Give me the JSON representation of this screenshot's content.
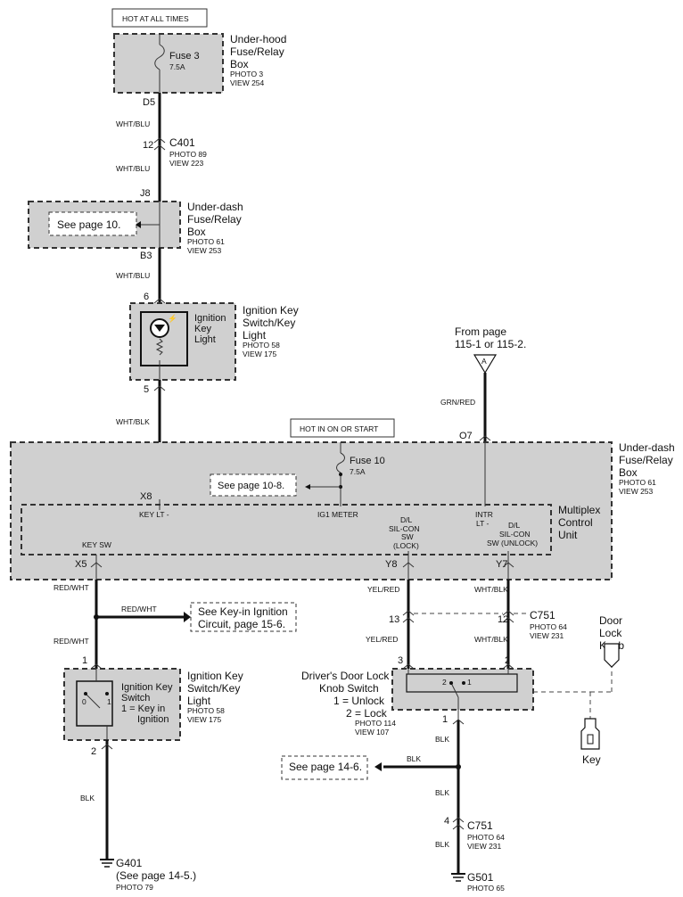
{
  "hot_at_all_times": "HOT AT ALL TIMES",
  "hot_in_on_or_start": "HOT IN ON OR START",
  "underhood_box": {
    "line1": "Under-hood",
    "line2": "Fuse/Relay",
    "line3": "Box",
    "photo": "PHOTO 3",
    "view": "VIEW 254",
    "fuse_label": "Fuse 3",
    "fuse_rating": "7.5A"
  },
  "underdash_box_top": {
    "line1": "Under-dash",
    "line2": "Fuse/Relay",
    "line3": "Box",
    "photo": "PHOTO 61",
    "view": "VIEW 253",
    "see_page": "See page 10."
  },
  "ignition_switch_light": {
    "line1": "Ignition Key",
    "line2": "Switch/Key",
    "line3": "Light",
    "photo": "PHOTO 58",
    "view": "VIEW 175",
    "inner1": "Ignition",
    "inner2": "Key",
    "inner3": "Light"
  },
  "from_page": {
    "line1": "From page",
    "line2": "115-1 or 115-2.",
    "connector": "A"
  },
  "underdash_box_main": {
    "line1": "Under-dash",
    "line2": "Fuse/Relay",
    "line3": "Box",
    "photo": "PHOTO 61",
    "view": "VIEW 253",
    "fuse_label": "Fuse 10",
    "fuse_rating": "7.5A",
    "see_page": "See page 10-8."
  },
  "mcu": {
    "line1": "Multiplex",
    "line2": "Control",
    "line3": "Unit",
    "key_lt": "KEY LT -",
    "ig1_meter": "IG1 METER",
    "dl_lock_1": "D/L",
    "dl_lock_2": "SIL-CON",
    "dl_lock_3": "SW",
    "dl_lock_4": "(LOCK)",
    "intr_1": "INTR",
    "intr_2": "LT -",
    "dl_unlock_1": "D/L",
    "dl_unlock_2": "SIL-CON",
    "dl_unlock_3": "SW (UNLOCK)",
    "key_sw": "KEY SW"
  },
  "pins": {
    "d5": "D5",
    "p12a": "12",
    "j8": "J8",
    "b3": "B3",
    "p6": "6",
    "p5": "5",
    "o7": "O7",
    "x8": "X8",
    "x5": "X5",
    "y8": "Y8",
    "y7": "Y7",
    "p13": "13",
    "p12b": "12",
    "p3": "3",
    "p2a": "2",
    "p1a": "1",
    "p2b": "2",
    "p1b": "1",
    "p4": "4"
  },
  "connectors": {
    "c401": {
      "name": "C401",
      "photo": "PHOTO 89",
      "view": "VIEW 223"
    },
    "c751_top": {
      "name": "C751",
      "photo": "PHOTO 64",
      "view": "VIEW 231"
    },
    "c751_bottom": {
      "name": "C751",
      "photo": "PHOTO 64",
      "view": "VIEW 231"
    }
  },
  "wires": {
    "wht_blu_1": "WHT/BLU",
    "wht_blu_2": "WHT/BLU",
    "wht_blu_3": "WHT/BLU",
    "wht_blk_1": "WHT/BLK",
    "grn_red": "GRN/RED",
    "red_wht_1": "RED/WHT",
    "red_wht_2": "RED/WHT",
    "red_wht_3": "RED/WHT",
    "yel_red_1": "YEL/RED",
    "yel_red_2": "YEL/RED",
    "wht_blk_2": "WHT/BLK",
    "wht_blk_3": "WHT/BLK",
    "blk_1": "BLK",
    "blk_2": "BLK",
    "blk_3": "BLK",
    "blk_4": "BLK",
    "blk_5": "BLK"
  },
  "key_in_note": {
    "line1": "See Key-in Ignition",
    "line2": "Circuit, page 15-6."
  },
  "ignition_key_switch": {
    "line1": "Ignition Key",
    "line2": "Switch/Key",
    "line3": "Light",
    "photo": "PHOTO 58",
    "view": "VIEW 175",
    "inner1": "Ignition Key",
    "inner2": "Switch",
    "inner3": "1 = Key in",
    "inner4": "Ignition",
    "zero": "0",
    "one": "1"
  },
  "door_lock_switch": {
    "line1": "Driver's Door Lock",
    "line2": "Knob Switch",
    "line3": "1 = Unlock",
    "line4": "2 = Lock",
    "photo": "PHOTO 114",
    "view": "VIEW 107",
    "two": "2",
    "one": "1"
  },
  "door_lock_knob": {
    "line1": "Door",
    "line2": "Lock",
    "line3": "Knob",
    "key": "Key"
  },
  "see_page_14_6": "See page 14-6.",
  "g401": {
    "name": "G401",
    "see": "(See page 14-5.)",
    "photo": "PHOTO 79"
  },
  "g501": {
    "name": "G501",
    "photo": "PHOTO 65"
  }
}
